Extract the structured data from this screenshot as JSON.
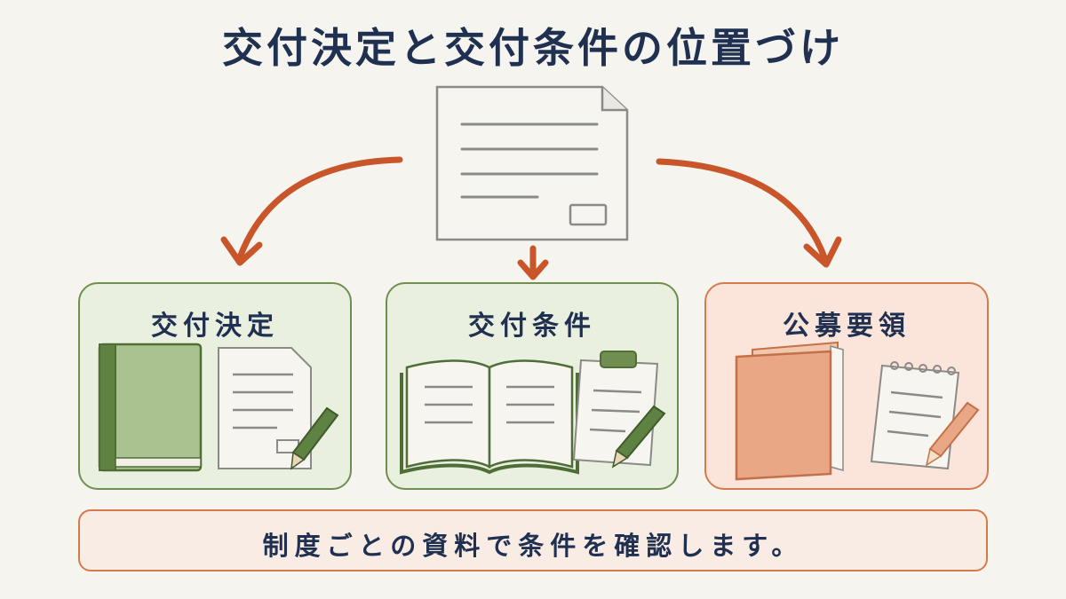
{
  "title": "交付決定と交付条件の位置づけ",
  "panels": [
    {
      "label": "交付決定"
    },
    {
      "label": "交付条件"
    },
    {
      "label": "公募要領"
    }
  ],
  "note": "制度ごとの資料で条件を確認します。",
  "colors": {
    "title_text": "#1f3050",
    "arrow": "#c9552b",
    "green_border": "#6f8e4f",
    "green_fill": "#eaf0df",
    "orange_border": "#d67a4e",
    "orange_fill": "#fbe5da",
    "background": "#f6f4ef"
  },
  "icons": [
    "document-icon",
    "book-icon",
    "paper-icon",
    "pencil-icon",
    "open-book-icon",
    "clipboard-icon",
    "folder-icon",
    "notepad-icon"
  ]
}
